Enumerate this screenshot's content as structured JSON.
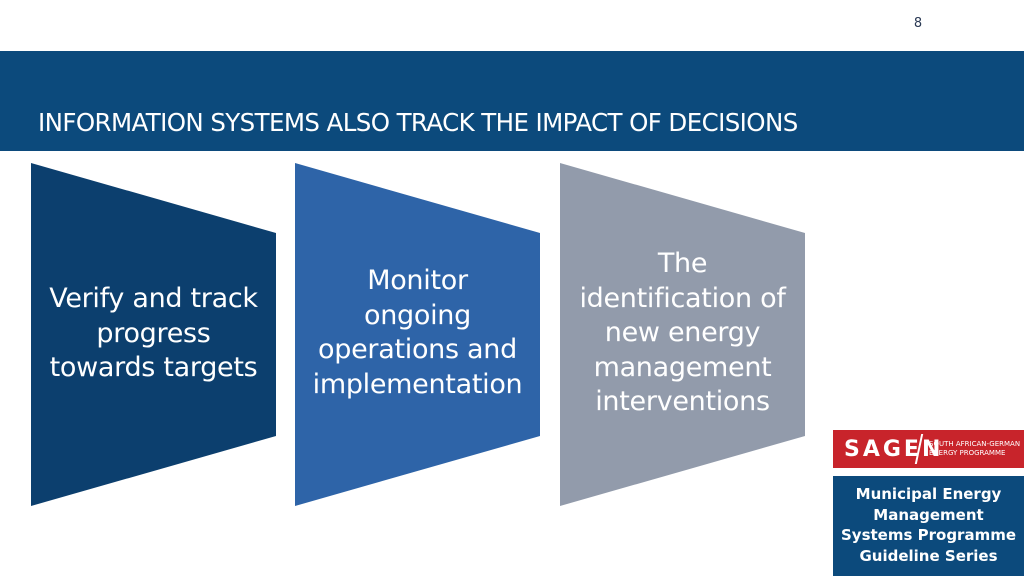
{
  "slide": {
    "page_number": "8",
    "title": "INFORMATION SYSTEMS ALSO TRACK THE IMPACT OF DECISIONS"
  },
  "shapes": [
    {
      "lines": [
        "Verify and track",
        "progress",
        "towards targets"
      ],
      "color": "#0c3f6e"
    },
    {
      "lines": [
        "Monitor",
        "ongoing",
        "operations and",
        "implementation"
      ],
      "color": "#2e64a8"
    },
    {
      "lines": [
        "The",
        "identification of",
        "new energy",
        "management",
        "interventions"
      ],
      "color": "#929bab"
    }
  ],
  "logo": {
    "name": "SAGEN",
    "subtitle_lines": [
      "SOUTH AFRICAN-GERMAN",
      "ENERGY PROGRAMME"
    ],
    "color": "#c8242b"
  },
  "series_box": {
    "lines": [
      "Municipal Energy",
      "Management",
      "Systems Programme",
      "Guideline Series"
    ]
  },
  "colors": {
    "header_band": "#0c4a7c",
    "background": "#ffffff"
  }
}
